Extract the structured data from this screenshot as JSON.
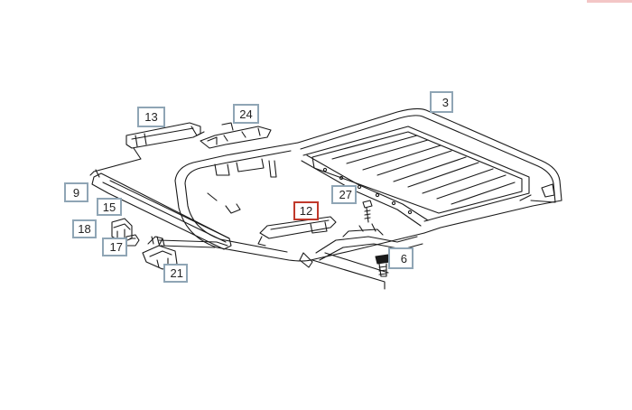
{
  "colors": {
    "line": "#1a1a1a",
    "callout_border": "#8fa5b5",
    "highlight_border": "#c0392b",
    "corner_mark": "#f3c6c6"
  },
  "diagram": {
    "callouts": [
      {
        "id": "13",
        "label": "13"
      },
      {
        "id": "24",
        "label": "24"
      },
      {
        "id": "3",
        "label": "3"
      },
      {
        "id": "9",
        "label": "9"
      },
      {
        "id": "15",
        "label": "15"
      },
      {
        "id": "18",
        "label": "18"
      },
      {
        "id": "17",
        "label": "17"
      },
      {
        "id": "21",
        "label": "21"
      },
      {
        "id": "27",
        "label": "27"
      },
      {
        "id": "12",
        "label": "12",
        "highlighted": true
      },
      {
        "id": "6",
        "label": "6"
      }
    ]
  }
}
